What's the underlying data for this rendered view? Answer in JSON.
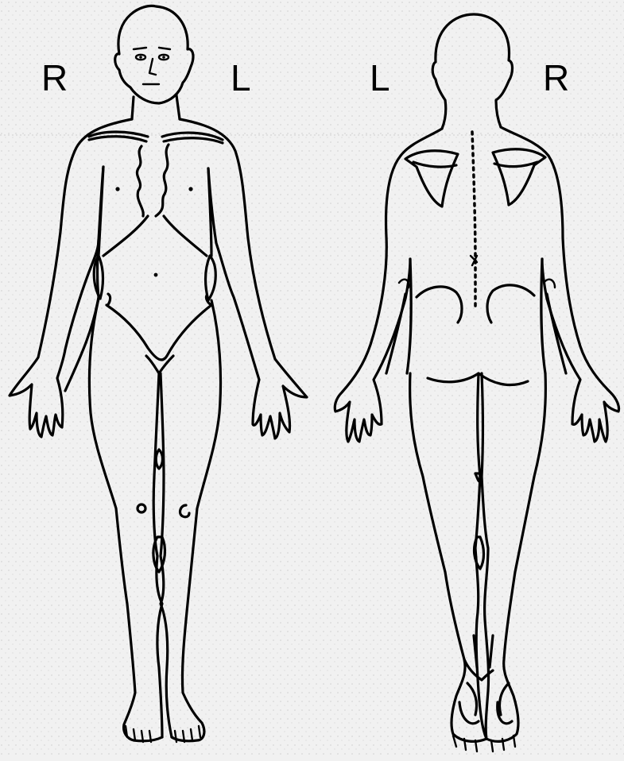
{
  "labels": {
    "front_right": "R",
    "front_left": "L",
    "back_left": "L",
    "back_right": "R"
  },
  "colors": {
    "background": "#f1f1f1",
    "line": "#000000"
  }
}
